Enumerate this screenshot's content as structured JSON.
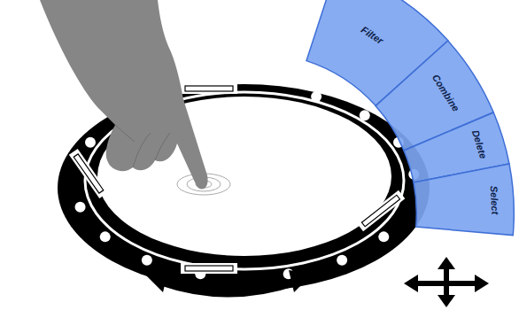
{
  "diagram": {
    "nodes": [
      {
        "text": [
          "Filter"
        ]
      },
      {
        "text": [
          "Combine"
        ]
      },
      {
        "text": [
          "Delete"
        ]
      },
      {
        "text": [
          "Select"
        ]
      }
    ]
  }
}
